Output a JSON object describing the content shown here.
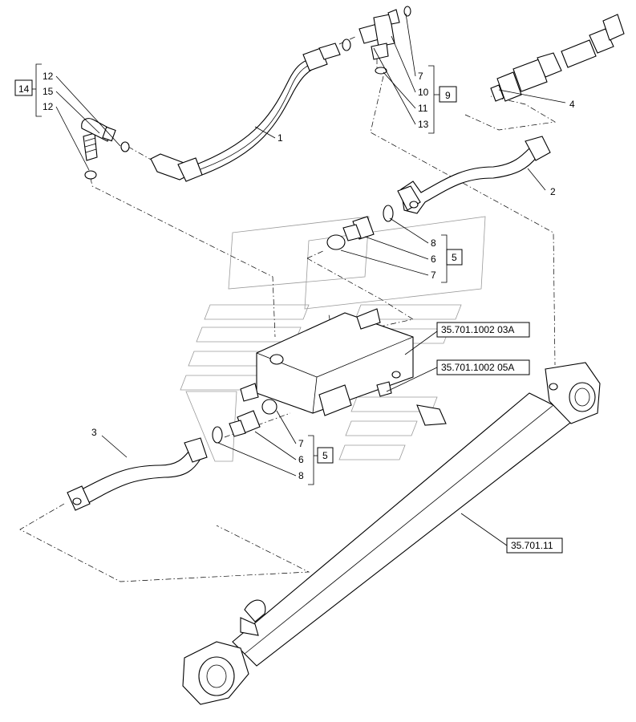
{
  "callouts": {
    "c12a": "12",
    "c15": "15",
    "c12b": "12",
    "c14": "14",
    "c1": "1",
    "c7a": "7",
    "c10": "10",
    "c11": "11",
    "c13": "13",
    "c9": "9",
    "c4": "4",
    "c2": "2",
    "c8a": "8",
    "c6a": "6",
    "c7b": "7",
    "c5a": "5",
    "ref_0503a": "35.701.1002 03A",
    "ref_0505a": "35.701.1002 05A",
    "c3": "3",
    "c7c": "7",
    "c6b": "6",
    "c5b": "5",
    "c8b": "8",
    "ref_cyl": "35.701.11"
  }
}
